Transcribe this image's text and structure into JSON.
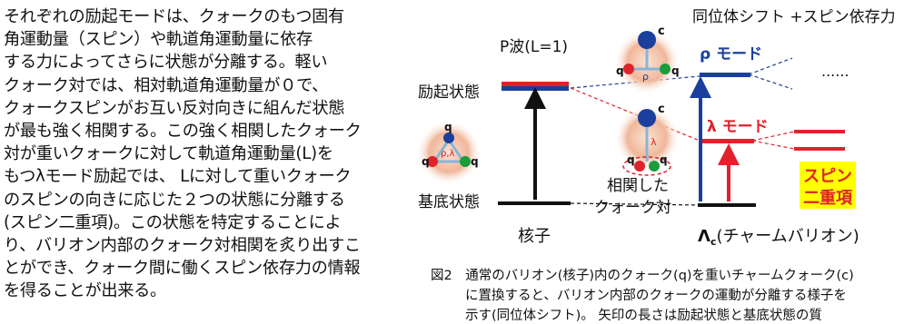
{
  "body_text": {
    "lines": [
      "それぞれの励起モードは、クォークのもつ固有",
      "角運動量（スピン）や軌道角運動量に依存",
      "する力によってさらに状態が分離する。軽い",
      "クォーク対では、相対軌道角運動量が０で、",
      "クォークスピンがお互い反対向きに組んだ状態",
      "が最も強く相関する。この強く相関したクォーク",
      "対が重いクォークに対して軌道角運動量(L)を",
      "もつλモード励起では、 Lに対して重いクォーク",
      "のスピンの向きに応じた２つの状態に分離する",
      "(スピン二重項)。この状態を特定することによ",
      "り、バリオン内部のクォーク対相関を炙り出すこ",
      "とができ、クォーク間に働くスピン依存力の情報",
      "を得ることが出来る。"
    ]
  },
  "figure": {
    "top_label": "同位体シフト +スピン依存力",
    "p_wave_label": "P波(L=1)",
    "excited_state_label": "励起状態",
    "ground_state_label": "基底状態",
    "nucleon_label": "核子",
    "rho_mode_label": "ρ モード",
    "lambda_mode_label": "λ モード",
    "dots_label": "......",
    "correlated_label_1": "相関した",
    "correlated_label_2": "クォーク対",
    "lambda_c_symbol": "Λ",
    "lambda_c_sub": "c",
    "lambda_c_suffix": "(チャームバリオン)",
    "spin_doublet_1": "スピン",
    "spin_doublet_2": "二重項",
    "quark_labels": {
      "q": "q",
      "c": "c",
      "rho": "ρ",
      "lambda": "λ",
      "rho_lambda": "ρ,λ"
    },
    "colors": {
      "blue": "#1a3f9c",
      "red": "#e0222a",
      "yellow": "#ffff00"
    }
  },
  "caption": {
    "lines": [
      "図2　通常のバリオン(核子)内のクォーク(q)を重いチャームクォーク(c)",
      "に置換すると、バリオン内部のクォークの運動が分離する様子を",
      "示す(同位体シフト)。 矢印の長さは励起状態と基底状態の質"
    ]
  }
}
